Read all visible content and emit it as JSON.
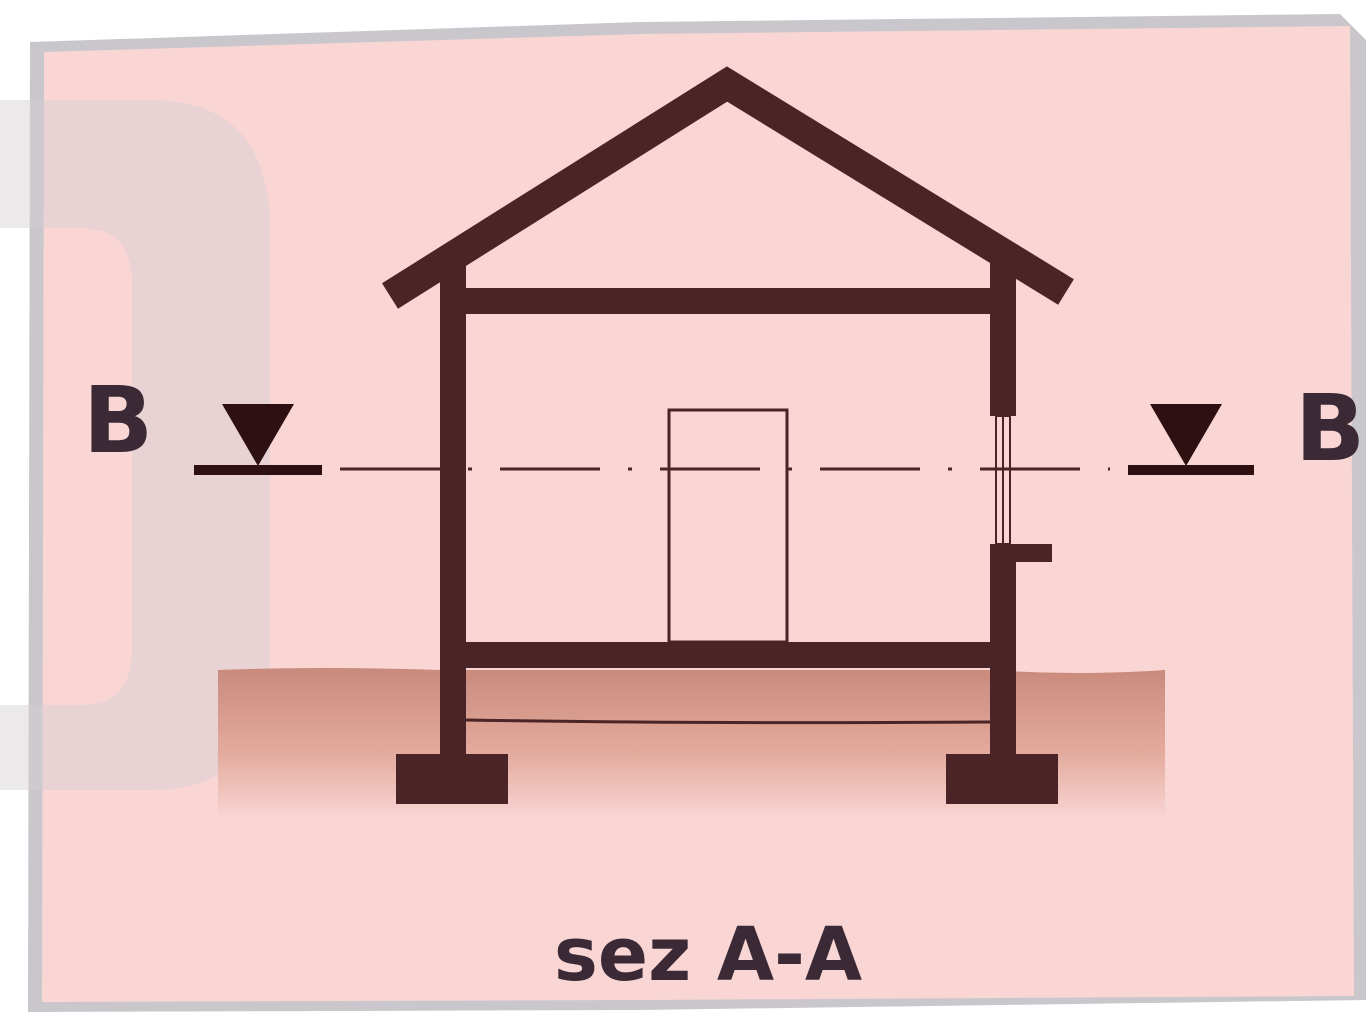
{
  "section_label": "sez A-A",
  "cut_marker": {
    "left_letter": "B",
    "right_letter": "B"
  },
  "colors": {
    "background_panel": "#f9d6d4",
    "panel_border": "#c9c7cc",
    "structure": "#4a2427",
    "marker": "#2e1012",
    "text": "#3b2a36",
    "ground_top": "#c98a7c"
  },
  "icons": {
    "left_marker": "triangle-down-icon",
    "right_marker": "triangle-down-icon"
  }
}
